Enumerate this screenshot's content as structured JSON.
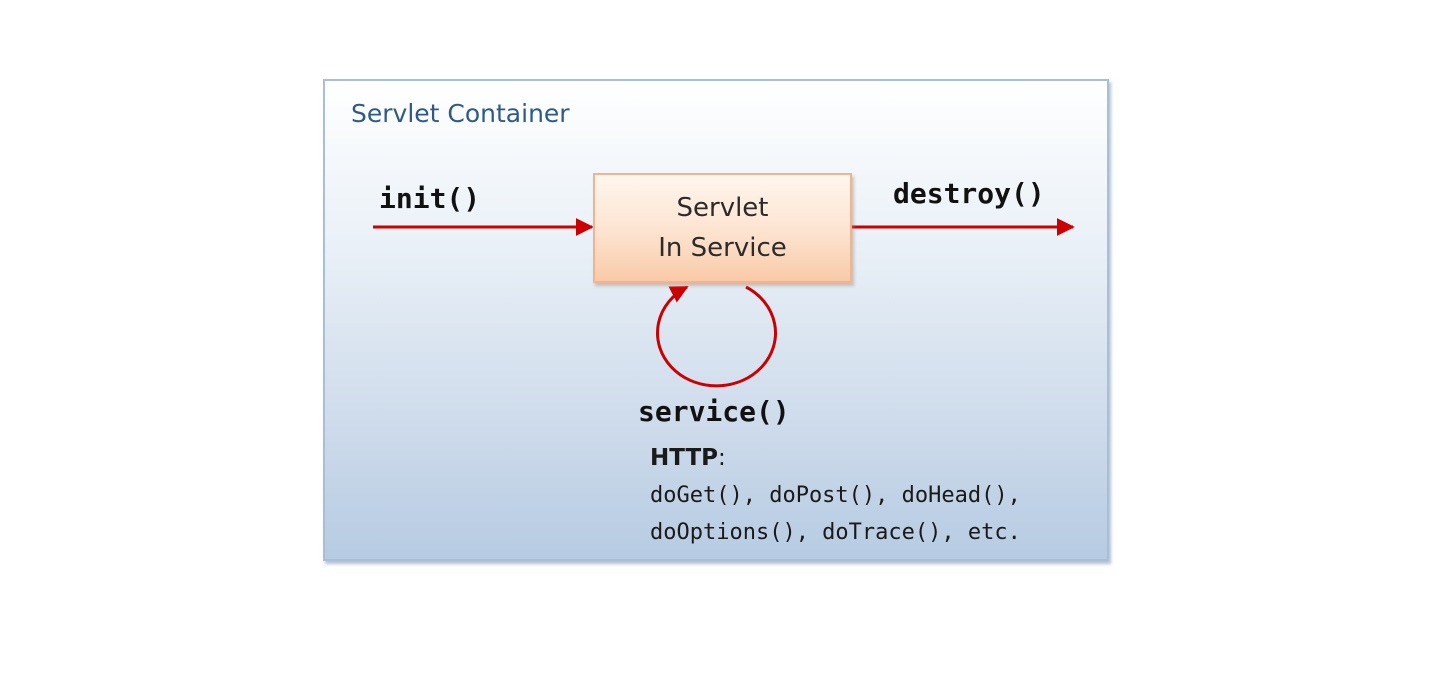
{
  "container": {
    "title": "Servlet Container"
  },
  "servlet_box": {
    "line1": "Servlet",
    "line2": "In Service"
  },
  "lifecycle": {
    "init": "init()",
    "destroy": "destroy()",
    "service": "service()"
  },
  "http": {
    "heading": "HTTP",
    "heading_suffix": ":",
    "line1": "doGet(), doPost(), doHead(),",
    "line2": "doOptions(), doTrace(), etc."
  },
  "colors": {
    "arrow": "#cc0000",
    "container_border": "#a9bfd8",
    "title": "#2f5a88",
    "servlet_border": "#f1b48e"
  }
}
